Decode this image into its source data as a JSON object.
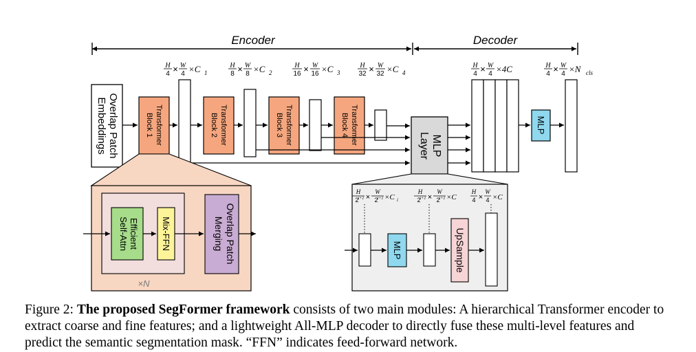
{
  "sections": {
    "encoder": "Encoder",
    "decoder": "Decoder"
  },
  "dims": {
    "s1": {
      "h": "H",
      "hd": "4",
      "w": "W",
      "wd": "4",
      "c": "×C",
      "sub": "1"
    },
    "s2": {
      "h": "H",
      "hd": "8",
      "w": "W",
      "wd": "8",
      "c": "×C",
      "sub": "2"
    },
    "s3": {
      "h": "H",
      "hd": "16",
      "w": "W",
      "wd": "16",
      "c": "×C",
      "sub": "3"
    },
    "s4": {
      "h": "H",
      "hd": "32",
      "w": "W",
      "wd": "32",
      "c": "×C",
      "sub": "4"
    },
    "d1": {
      "h": "H",
      "hd": "4",
      "w": "W",
      "wd": "4",
      "c": "×4C"
    },
    "d2": {
      "h": "H",
      "hd": "4",
      "w": "W",
      "wd": "4",
      "c": "×N",
      "sub": "cls"
    }
  },
  "blocks": {
    "overlap_embed": [
      "Overlap Patch",
      "Embeddings"
    ],
    "tb1": [
      "Transformer",
      "Block 1"
    ],
    "tb2": [
      "Transformer",
      "Block 2"
    ],
    "tb3": [
      "Transformer",
      "Block 3"
    ],
    "tb4": [
      "Transformer",
      "Block 4"
    ],
    "mlp_layer": [
      "MLP",
      "Layer"
    ],
    "mlp_top": "MLP"
  },
  "encoder_detail": {
    "attn": [
      "Efficient",
      "Self-Attn"
    ],
    "mixffn": "Mix-FFN",
    "merge": [
      "Overlap Patch",
      "Merging"
    ],
    "repeat": "×N"
  },
  "decoder_detail": {
    "dim1": {
      "h": "H",
      "hd": "2",
      "hsup": "i+1",
      "w": "W",
      "wd": "2",
      "wsup": "i+1",
      "c": "×C",
      "sub": "i"
    },
    "dim2": {
      "h": "H",
      "hd": "2",
      "hsup": "i+1",
      "w": "W",
      "wd": "2",
      "wsup": "i+1",
      "c": "×C"
    },
    "dim3": {
      "h": "H",
      "hd": "4",
      "w": "W",
      "wd": "4",
      "c": "×C"
    },
    "mlp": "MLP",
    "upsample": "UpSample"
  },
  "caption": {
    "prefix": "Figure 2: ",
    "bold": "The proposed SegFormer framework",
    "rest": " consists of two main modules: A hierarchical Transformer encoder to extract coarse and fine features; and a lightweight All-MLP decoder to directly fuse these multi-level features and predict the semantic segmentation mask. “FFN” indicates feed-forward network."
  },
  "colors": {
    "orange": "#f5a67e",
    "green": "#a6dc8a",
    "yellow": "#fdf49a",
    "purple": "#c9acd3",
    "cyan": "#8fd8ee",
    "peach": "#f7d6c2",
    "lightgray": "#efefef",
    "gray": "#d9d9d9",
    "pink": "#f7d4d6"
  }
}
